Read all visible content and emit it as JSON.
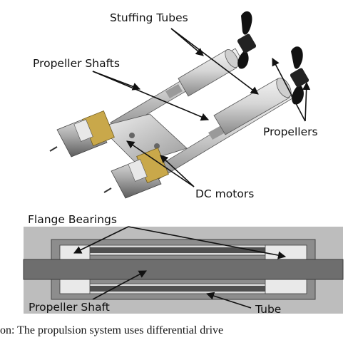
{
  "top_panel": {
    "labels": {
      "stuffing_tubes": "Stuffing Tubes",
      "propeller_shafts": "Propeller Shafts",
      "propellers": "Propellers",
      "dc_motors": "DC motors"
    }
  },
  "bottom_panel": {
    "labels": {
      "flange_bearings": "Flange Bearings",
      "propeller_shaft": "Propeller Shaft",
      "tube": "Tube"
    }
  },
  "caption": {
    "text": "on: The propulsion system uses differential drive"
  },
  "colors": {
    "tube_light": "#e2e2e2",
    "tube_dark": "#8e8e8e",
    "motor_gold": "#c9a84a",
    "section_bg": "#bdbdbd",
    "section_shaft": "#6e6e6e",
    "section_inner": "#505050"
  }
}
